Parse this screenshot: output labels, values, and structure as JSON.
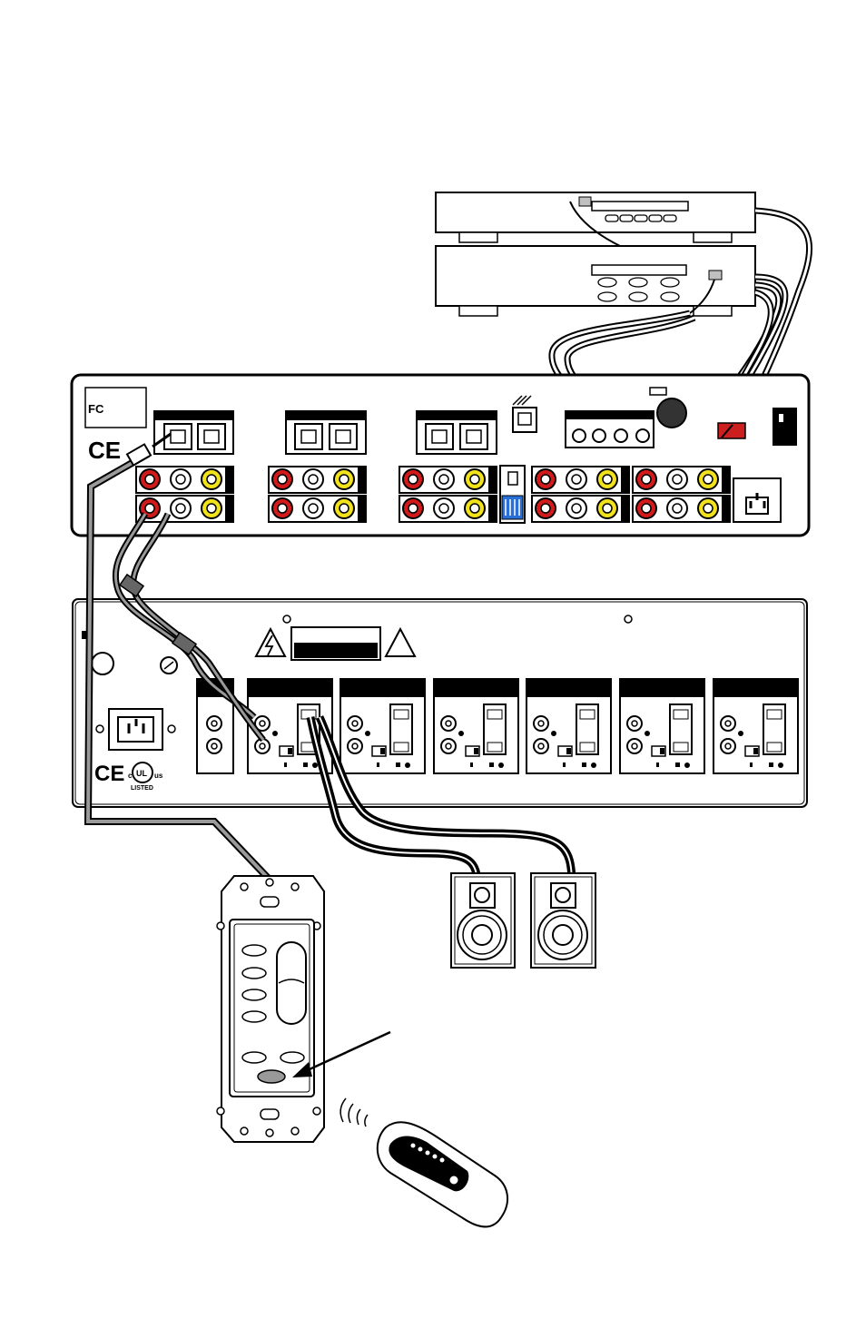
{
  "labels": {
    "fcc_mark": "FC",
    "ce_mark": "CE",
    "ul_c": "c",
    "ul_mark": "UL",
    "ul_us": "us",
    "ul_listed": "LISTED"
  },
  "colors": {
    "rca_red": "#d11a1a",
    "rca_white": "#ffffff",
    "rca_yellow": "#f2e21b",
    "dip_switch_blue": "#2a6fd6",
    "fuse_red": "#cc1f1f",
    "cable_gray": "#8c8c8c",
    "outline": "#000000"
  },
  "icons": {
    "fcc": "fcc-logo-icon",
    "ce": "ce-logo-icon",
    "ul": "ul-listed-icon",
    "hazard": "lightning-warning-icon",
    "caution": "exclamation-warning-icon",
    "ir_waves": "infrared-signal-icon"
  }
}
